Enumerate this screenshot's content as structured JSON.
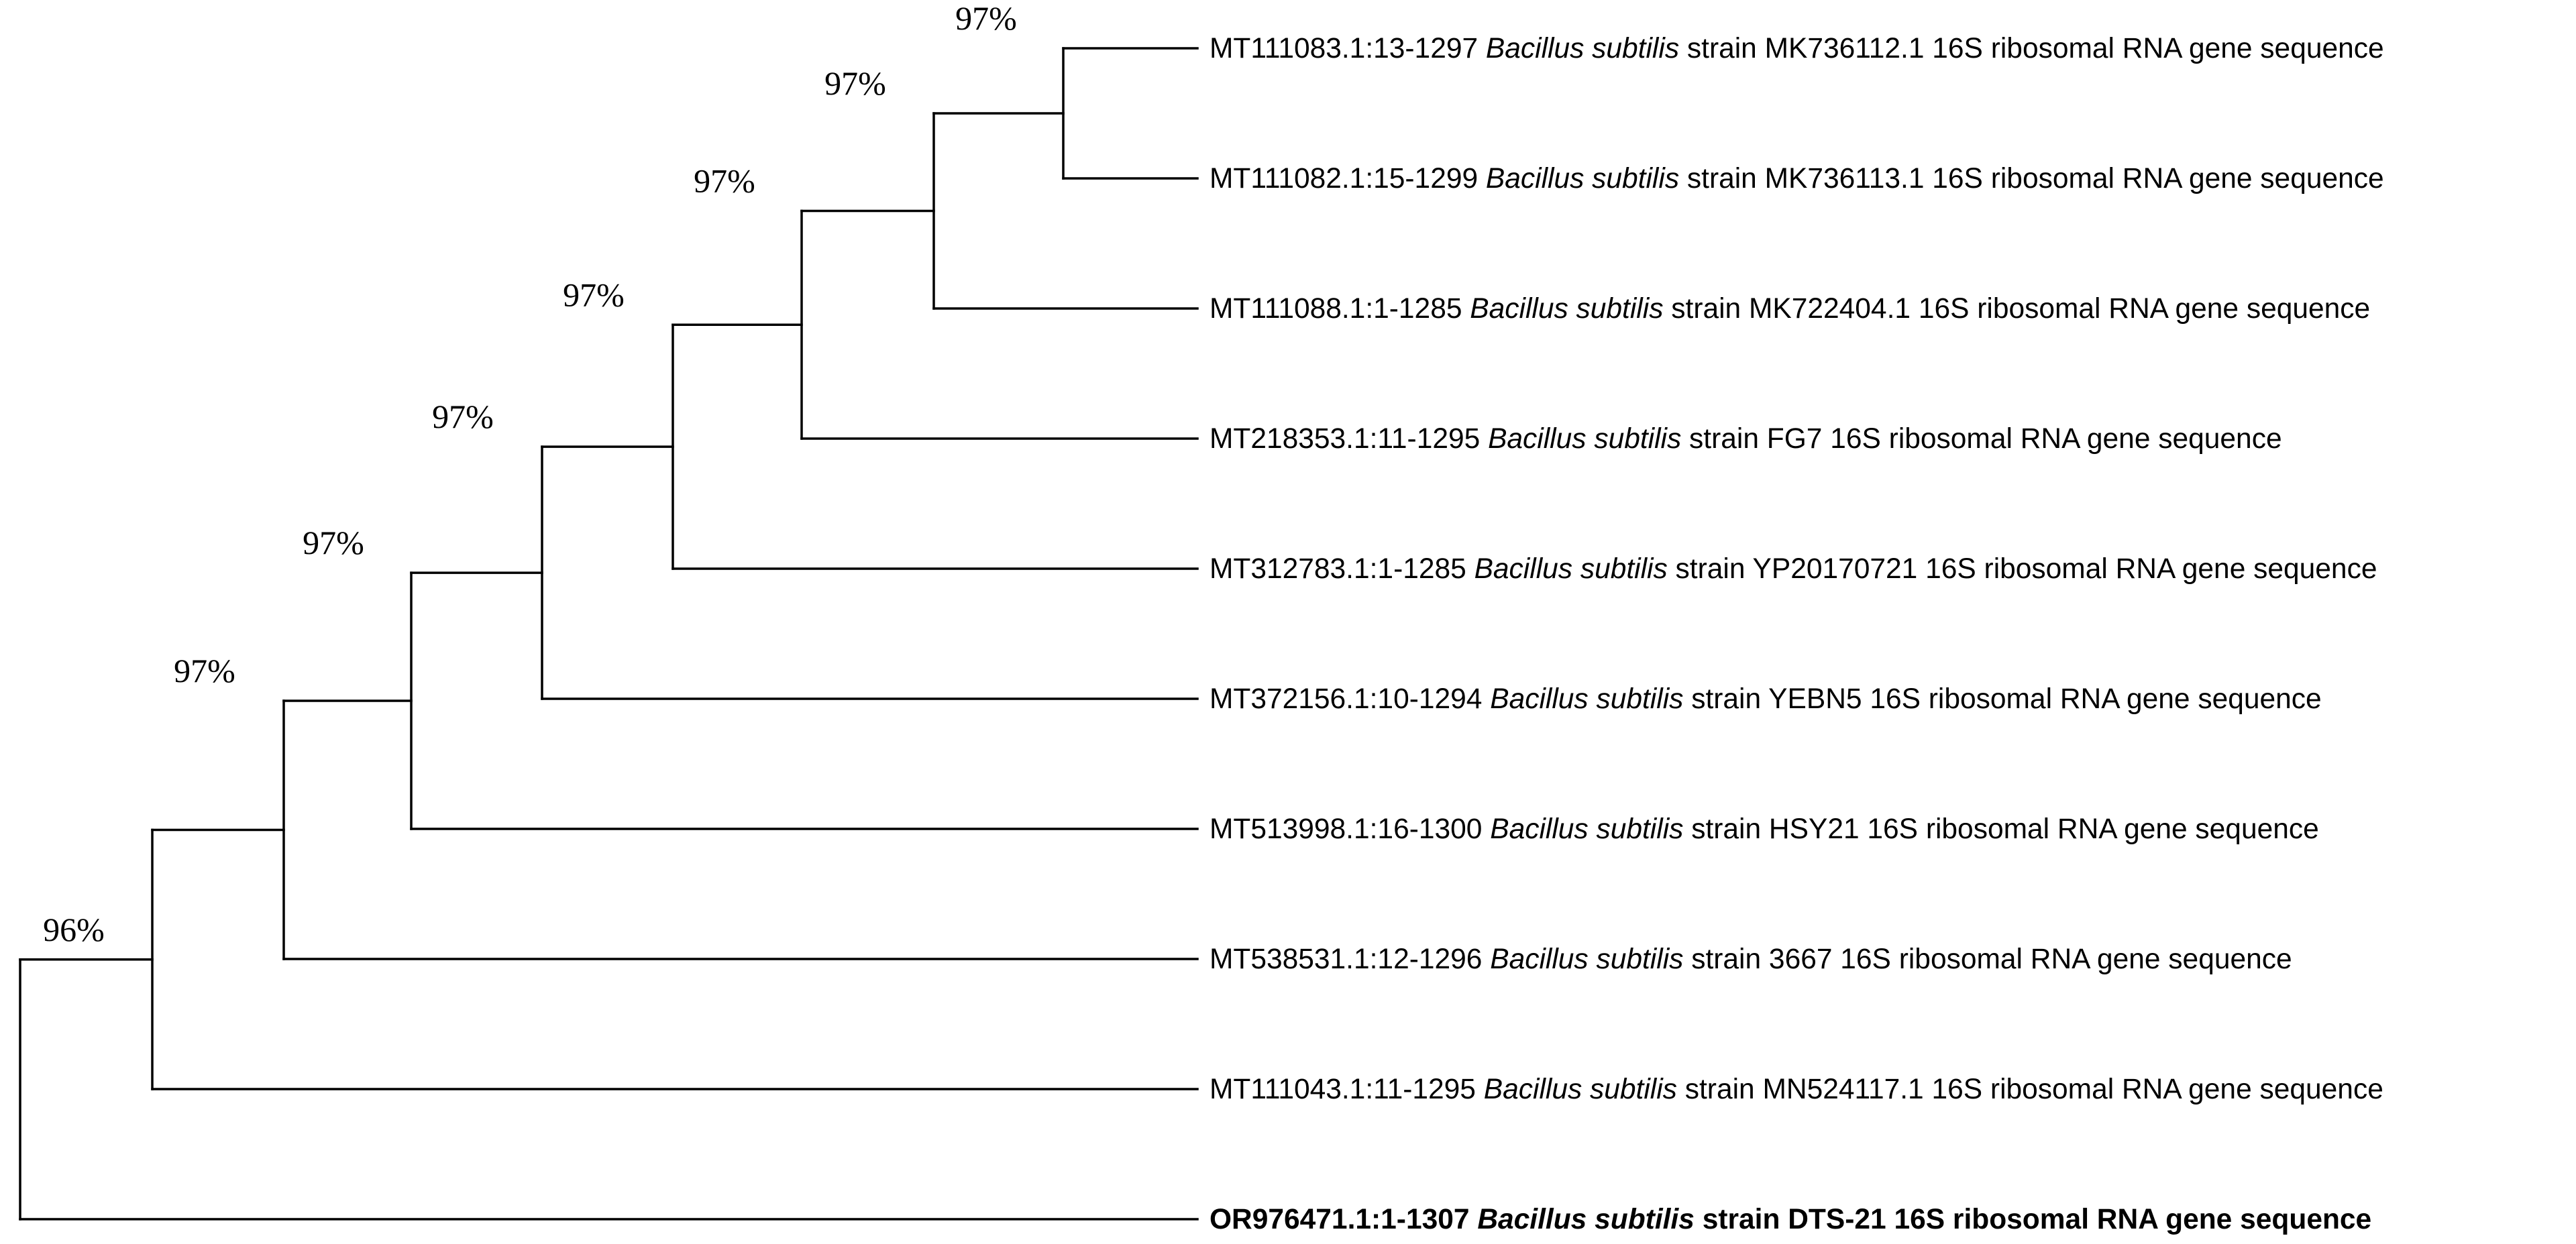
{
  "tree": {
    "leaves": [
      {
        "accession": "MT111083.1:13-1297",
        "species": "Bacillus subtilis",
        "rest": "strain MK736112.1 16S ribosomal RNA gene sequence",
        "emphasis": false
      },
      {
        "accession": "MT111082.1:15-1299",
        "species": "Bacillus subtilis",
        "rest": "strain MK736113.1 16S ribosomal RNA gene sequence",
        "emphasis": false
      },
      {
        "accession": "MT111088.1:1-1285",
        "species": "Bacillus subtilis",
        "rest": "strain MK722404.1 16S ribosomal RNA gene sequence",
        "emphasis": false
      },
      {
        "accession": "MT218353.1:11-1295",
        "species": "Bacillus subtilis",
        "rest": "strain FG7 16S ribosomal RNA gene sequence",
        "emphasis": false
      },
      {
        "accession": "MT312783.1:1-1285",
        "species": "Bacillus subtilis",
        "rest": "strain YP20170721 16S ribosomal RNA gene sequence",
        "emphasis": false
      },
      {
        "accession": "MT372156.1:10-1294",
        "species": "Bacillus subtilis",
        "rest": "strain YEBN5 16S ribosomal RNA gene sequence",
        "emphasis": false
      },
      {
        "accession": "MT513998.1:16-1300",
        "species": "Bacillus subtilis",
        "rest": "strain HSY21 16S ribosomal RNA gene sequence",
        "emphasis": false
      },
      {
        "accession": "MT538531.1:12-1296",
        "species": "Bacillus subtilis",
        "rest": "strain 3667 16S ribosomal RNA gene sequence",
        "emphasis": false
      },
      {
        "accession": "MT111043.1:11-1295",
        "species": "Bacillus subtilis",
        "rest": "strain MN524117.1 16S ribosomal RNA gene sequence",
        "emphasis": false
      },
      {
        "accession": "OR976471.1:1-1307",
        "species": "Bacillus subtilis",
        "rest": "strain DTS-21 16S ribosomal RNA gene sequence",
        "emphasis": true
      }
    ],
    "nodes": [
      {
        "support": "97%",
        "children": [
          0,
          1
        ]
      },
      {
        "support": "97%",
        "children": [
          2
        ]
      },
      {
        "support": "97%",
        "children": [
          3
        ]
      },
      {
        "support": "97%",
        "children": [
          4
        ]
      },
      {
        "support": "97%",
        "children": [
          5
        ]
      },
      {
        "support": "97%",
        "children": [
          6
        ]
      },
      {
        "support": "97%",
        "children": [
          7
        ]
      },
      {
        "support": "96%",
        "children": [
          8,
          9
        ]
      }
    ]
  }
}
